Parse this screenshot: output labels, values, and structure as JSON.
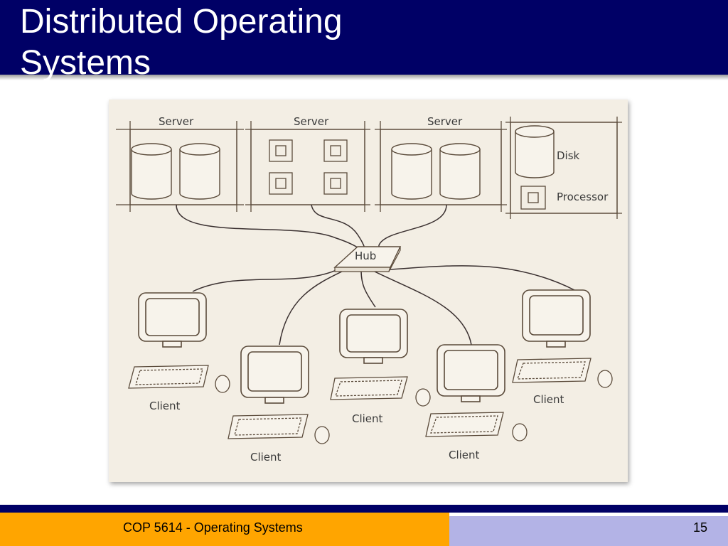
{
  "slide": {
    "title": "Distributed Operating\nSystems"
  },
  "diagram": {
    "server_labels": [
      "Server",
      "Server",
      "Server"
    ],
    "legend": {
      "disk_label": "Disk",
      "processor_label": "Processor"
    },
    "hub_label": "Hub",
    "client_labels": [
      "Client",
      "Client",
      "Client",
      "Client",
      "Client"
    ]
  },
  "footer": {
    "course": "COP 5614 - Operating Systems",
    "page_number": "15"
  }
}
